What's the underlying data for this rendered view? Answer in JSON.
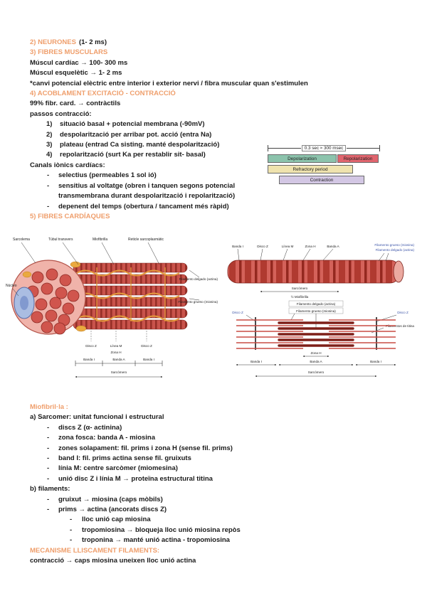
{
  "colors": {
    "heading": "#ef9e6b",
    "text": "#1a1a1a"
  },
  "top": {
    "neurones_h": "2) NEURONES",
    "neurones_rest": "(1- 2 ms)",
    "fibres_h": "3) FIBRES MUSCULARS",
    "muscul_cardiac": "Múscul cardíac → 100- 300 ms",
    "muscul_esqueletic": "Múscul esquelètic → 1- 2 ms",
    "canvi": "*canvi potencial elèctric entre interior i exterior nervi / fibra muscular quan s'estimulen",
    "acoblament_h": "4) ACOBLAMENT EXCITACIÓ - CONTRACCIÓ",
    "fibr_card": "99% fibr. card. → contràctils",
    "passos": "passos contracció:",
    "steps": [
      {
        "n": "1)",
        "t": "situació basal + potencial membrana (-90mV)"
      },
      {
        "n": "2)",
        "t": "despolarització per arribar pot. acció (entra Na)"
      },
      {
        "n": "3)",
        "t": "plateau (entrad Ca sisting. manté despolarització)"
      },
      {
        "n": "4)",
        "t": "repolarització (surt Ka per restablir sit- basal)"
      }
    ],
    "canals": "Canals iònics cardíacs:",
    "bullets": [
      "selectius (permeables 1 sol ió)",
      "sensitius al voltatge (obren i tanquen segons potencial",
      "depenent del temps (obertura / tancament més ràpid)"
    ],
    "bullet2_cont": "transmembrana durant despolarització i repolarització)",
    "cardiaques_h": "5) FIBRES CARDÍAQUES"
  },
  "timing": {
    "caption": "0.3 sec ≈ 300 msec",
    "bars": {
      "depolarization": {
        "label": "Depolarization",
        "color": "#8cc3ac"
      },
      "repolarization": {
        "label": "Repolarization",
        "color": "#e0656e"
      },
      "refractory": {
        "label": "Refractory period",
        "color": "#efe3ae"
      },
      "contraction": {
        "label": "Contraction",
        "color": "#d3c7e4"
      }
    }
  },
  "figure_left": {
    "top_labels": [
      "Sarcolema",
      "Túbul transvers",
      "Miofibrilla",
      "Reticle sarcoplasmàtic"
    ],
    "nucleus_label": "Núcleo",
    "right_labels": [
      "Filamento delgado (actina)",
      "Filamento grueso (miosina)"
    ],
    "disco_z": "Disco Z",
    "linea_m": "Línea M",
    "zona_h": "Zona H",
    "banda_i": "Banda I",
    "banda_a": "Banda A",
    "sarcomere": "Sarcómero"
  },
  "figure_right": {
    "top_labels": [
      "Banda I",
      "Disco Z",
      "Línea M",
      "Zona H",
      "Banda A"
    ],
    "right_labels": [
      "Filamento grueso (miosina)",
      "Filamento delgado (actina)"
    ],
    "sarcomere_label": "Sarcómero",
    "half_label": "½ Miofibrilla",
    "detail": {
      "thin_label": "Filamento delgado (actina)",
      "thick_label": "Filamento grueso (miosina)",
      "titin_label": "Filamentos de titina",
      "disco_z": "Disco Z",
      "zona_h": "Zona H",
      "banda_a": "Banda A",
      "banda_i": "Banda I",
      "sarcomere": "Sarcómero"
    }
  },
  "bottom": {
    "miofibrilla_h": "Miofibril·la :",
    "sarcomer_line": "a) Sarcomer: unitat funcional i estructural",
    "sarcomer_bullets": [
      "discs Z (α- actinina)",
      "zona fosca: banda A - miosina",
      "zones solapament: fil. prims i zona H (sense fil. prims)",
      "band I: fil. prims actina sense fil. gruixuts",
      "línia M: centre sarcòmer (miomesina)",
      "unió disc Z i línia M → proteïna estructural titina"
    ],
    "filaments_line": "b) filaments:",
    "filament_bullets": [
      "gruixut → miosina (caps mòbils)",
      "prims → actina (ancorats discs Z)"
    ],
    "filament_subbullets": [
      "lloc unió cap miosina",
      "tropomiosina → bloqueja lloc unió miosina repòs",
      "troponina → manté unió actina - tropomiosina"
    ],
    "mecanisme_h": "MECANISME LLISCAMENT FILAMENTS:",
    "contraccio_line": "contracció → caps miosina uneixen lloc unió actina"
  }
}
